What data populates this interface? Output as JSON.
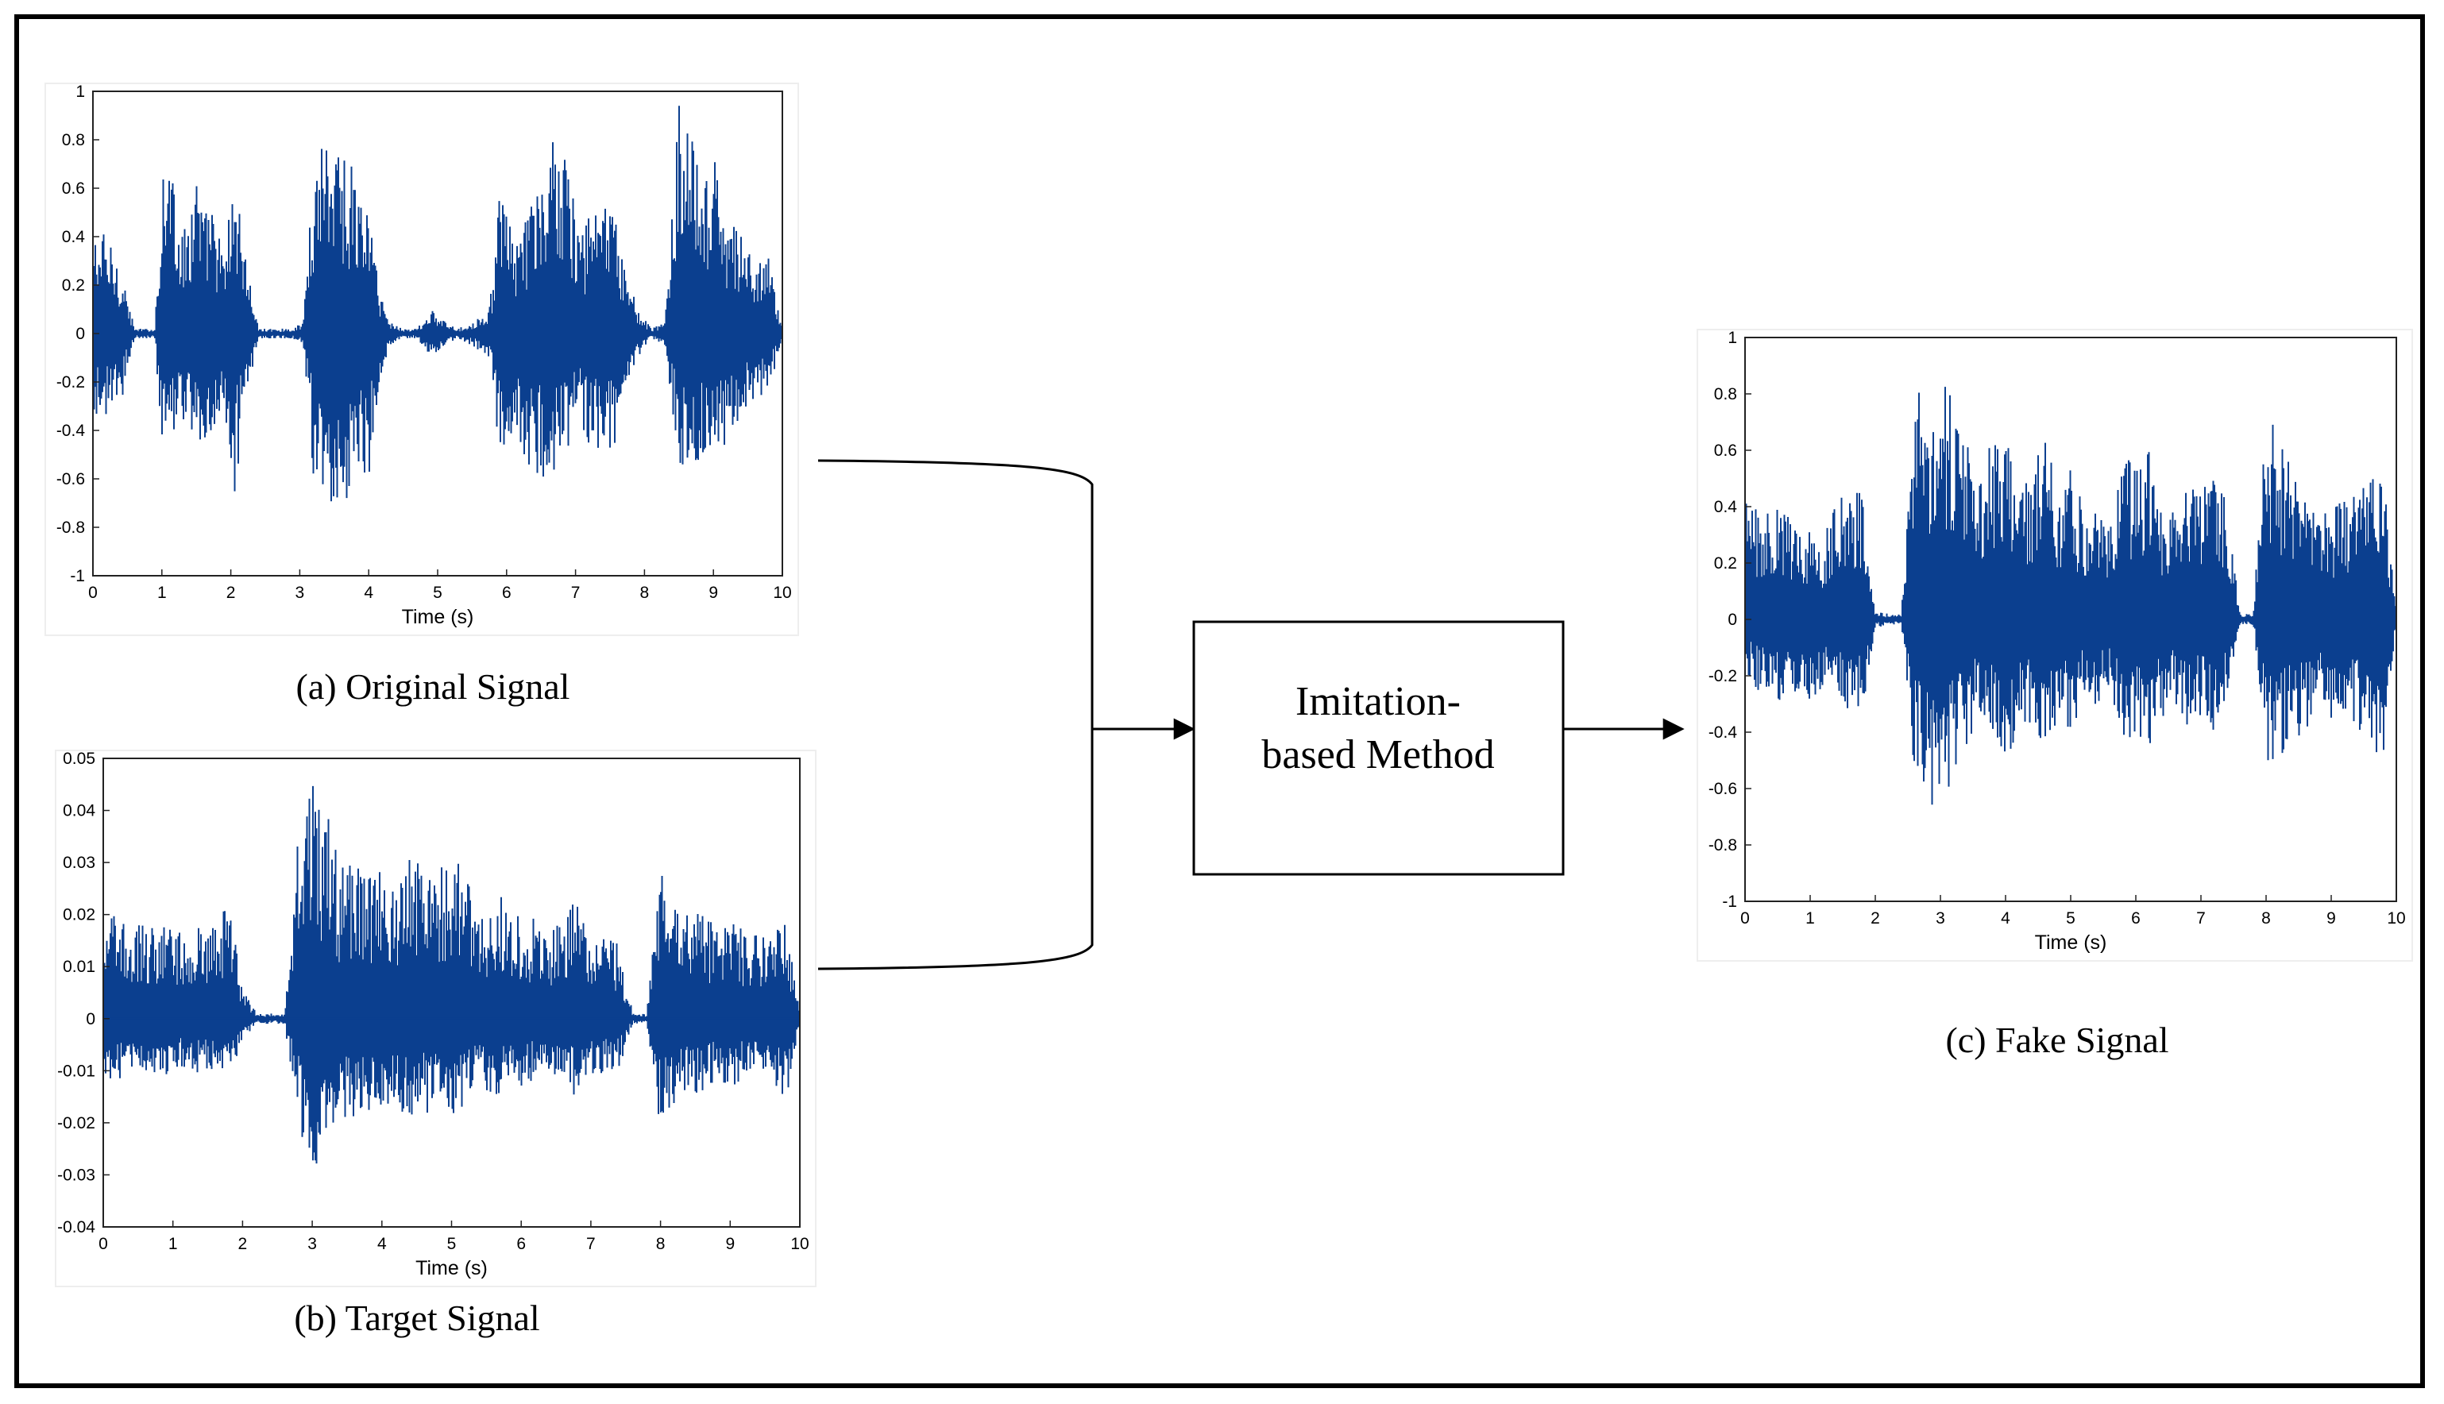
{
  "waveform_color": "#0b3f8f",
  "method_box": {
    "line1": "Imitation-",
    "line2": "based Method"
  },
  "chart_data": [
    {
      "type": "line",
      "caption": "(a) Original Signal",
      "xlabel": "Time (s)",
      "ylabel": "",
      "xlim": [
        0,
        10
      ],
      "ylim": [
        -1,
        1
      ],
      "xticks": [
        "0",
        "1",
        "2",
        "3",
        "4",
        "5",
        "6",
        "7",
        "8",
        "9",
        "10"
      ],
      "yticks": [
        "1",
        "0.8",
        "0.6",
        "0.4",
        "0.2",
        "0",
        "-0.2",
        "-0.4",
        "-0.6",
        "-0.8",
        "-1"
      ],
      "series": [
        {
          "x": [
            0.0,
            0.15,
            0.4,
            0.6,
            0.9,
            1.0,
            1.15,
            1.3,
            1.5,
            1.6,
            1.75,
            1.9,
            2.05,
            2.2,
            2.4,
            2.6,
            2.9,
            3.05,
            3.2,
            3.35,
            3.5,
            3.7,
            3.85,
            4.0,
            4.15,
            4.3,
            4.5,
            4.7,
            4.9,
            5.1,
            5.3,
            5.5,
            5.75,
            5.9,
            6.1,
            6.3,
            6.5,
            6.7,
            6.9,
            7.05,
            7.2,
            7.4,
            7.55,
            7.7,
            7.9,
            8.1,
            8.3,
            8.5,
            8.7,
            8.85,
            9.0,
            9.2,
            9.4,
            9.6,
            9.8,
            10.0
          ],
          "upper": [
            0.4,
            0.42,
            0.3,
            0.02,
            0.02,
            0.7,
            0.78,
            0.4,
            0.7,
            0.5,
            0.55,
            0.3,
            0.72,
            0.35,
            0.02,
            0.02,
            0.02,
            0.05,
            0.7,
            0.92,
            0.85,
            0.75,
            0.6,
            0.55,
            0.2,
            0.05,
            0.02,
            0.02,
            0.1,
            0.05,
            0.02,
            0.05,
            0.1,
            0.6,
            0.4,
            0.5,
            0.62,
            0.85,
            0.7,
            0.4,
            0.5,
            0.6,
            0.5,
            0.3,
            0.1,
            0.02,
            0.05,
            0.98,
            0.8,
            0.6,
            0.75,
            0.5,
            0.4,
            0.3,
            0.32,
            0.02
          ],
          "lower": [
            -0.4,
            -0.35,
            -0.3,
            -0.02,
            -0.02,
            -0.55,
            -0.45,
            -0.35,
            -0.5,
            -0.45,
            -0.4,
            -0.3,
            -0.7,
            -0.3,
            -0.02,
            -0.02,
            -0.02,
            -0.05,
            -0.6,
            -0.75,
            -0.7,
            -0.7,
            -0.55,
            -0.6,
            -0.2,
            -0.05,
            -0.02,
            -0.02,
            -0.1,
            -0.05,
            -0.02,
            -0.05,
            -0.1,
            -0.5,
            -0.4,
            -0.55,
            -0.6,
            -0.65,
            -0.5,
            -0.35,
            -0.5,
            -0.55,
            -0.5,
            -0.3,
            -0.1,
            -0.02,
            -0.05,
            -0.55,
            -0.55,
            -0.5,
            -0.5,
            -0.45,
            -0.35,
            -0.3,
            -0.25,
            -0.02
          ]
        }
      ]
    },
    {
      "type": "line",
      "caption": "(b) Target Signal",
      "xlabel": "Time (s)",
      "ylabel": "",
      "xlim": [
        0,
        10
      ],
      "ylim": [
        -0.04,
        0.05
      ],
      "xticks": [
        "0",
        "1",
        "2",
        "3",
        "4",
        "5",
        "6",
        "7",
        "8",
        "9",
        "10"
      ],
      "yticks": [
        "0.05",
        "0.04",
        "0.03",
        "0.02",
        "0.01",
        "0",
        "-0.01",
        "-0.02",
        "-0.03",
        "-0.04"
      ],
      "series": [
        {
          "x": [
            0.0,
            0.2,
            0.4,
            0.6,
            0.8,
            1.0,
            1.2,
            1.4,
            1.6,
            1.8,
            2.0,
            2.2,
            2.4,
            2.6,
            2.8,
            3.0,
            3.2,
            3.4,
            3.6,
            3.8,
            4.0,
            4.2,
            4.4,
            4.6,
            4.8,
            5.0,
            5.2,
            5.4,
            5.6,
            5.8,
            6.0,
            6.2,
            6.4,
            6.6,
            6.8,
            7.0,
            7.2,
            7.4,
            7.6,
            7.8,
            8.0,
            8.2,
            8.4,
            8.6,
            8.8,
            9.0,
            9.2,
            9.4,
            9.6,
            9.8,
            10.0
          ],
          "upper": [
            0.021,
            0.02,
            0.017,
            0.019,
            0.018,
            0.019,
            0.015,
            0.019,
            0.018,
            0.024,
            0.006,
            0.001,
            0.001,
            0.001,
            0.04,
            0.045,
            0.041,
            0.03,
            0.031,
            0.03,
            0.028,
            0.028,
            0.031,
            0.029,
            0.03,
            0.031,
            0.029,
            0.02,
            0.024,
            0.023,
            0.021,
            0.019,
            0.016,
            0.02,
            0.024,
            0.018,
            0.016,
            0.015,
            0.001,
            0.001,
            0.03,
            0.024,
            0.022,
            0.02,
            0.018,
            0.019,
            0.017,
            0.016,
            0.018,
            0.02,
            0.001
          ],
          "lower": [
            -0.011,
            -0.012,
            -0.01,
            -0.011,
            -0.01,
            -0.012,
            -0.009,
            -0.011,
            -0.01,
            -0.012,
            -0.004,
            -0.001,
            -0.001,
            -0.001,
            -0.02,
            -0.031,
            -0.024,
            -0.019,
            -0.019,
            -0.018,
            -0.017,
            -0.018,
            -0.019,
            -0.018,
            -0.019,
            -0.019,
            -0.018,
            -0.013,
            -0.015,
            -0.014,
            -0.013,
            -0.012,
            -0.01,
            -0.012,
            -0.017,
            -0.012,
            -0.011,
            -0.01,
            -0.001,
            -0.001,
            -0.022,
            -0.016,
            -0.015,
            -0.014,
            -0.012,
            -0.013,
            -0.012,
            -0.011,
            -0.012,
            -0.016,
            -0.001
          ]
        }
      ]
    },
    {
      "type": "line",
      "caption": "(c) Fake Signal",
      "xlabel": "Time (s)",
      "ylabel": "",
      "xlim": [
        0,
        10
      ],
      "ylim": [
        -1,
        1
      ],
      "xticks": [
        "0",
        "1",
        "2",
        "3",
        "4",
        "5",
        "6",
        "7",
        "8",
        "9",
        "10"
      ],
      "yticks": [
        "1",
        "0.8",
        "0.6",
        "0.4",
        "0.2",
        "0",
        "-0.2",
        "-0.4",
        "-0.6",
        "-0.8",
        "-1"
      ],
      "series": [
        {
          "x": [
            0.0,
            0.2,
            0.4,
            0.6,
            0.8,
            1.0,
            1.2,
            1.4,
            1.6,
            1.8,
            2.0,
            2.2,
            2.4,
            2.6,
            2.8,
            3.0,
            3.2,
            3.4,
            3.6,
            3.8,
            4.0,
            4.2,
            4.4,
            4.6,
            4.8,
            5.0,
            5.2,
            5.4,
            5.6,
            5.8,
            6.0,
            6.2,
            6.4,
            6.6,
            6.8,
            7.0,
            7.2,
            7.4,
            7.6,
            7.8,
            8.0,
            8.2,
            8.4,
            8.6,
            8.8,
            9.0,
            9.2,
            9.4,
            9.6,
            9.8,
            10.0
          ],
          "upper": [
            0.42,
            0.4,
            0.45,
            0.4,
            0.35,
            0.35,
            0.3,
            0.42,
            0.45,
            0.5,
            0.03,
            0.02,
            0.02,
            0.85,
            0.75,
            0.95,
            0.75,
            0.65,
            0.5,
            0.65,
            0.68,
            0.5,
            0.5,
            0.7,
            0.5,
            0.55,
            0.4,
            0.38,
            0.32,
            0.62,
            0.55,
            0.6,
            0.4,
            0.4,
            0.5,
            0.45,
            0.55,
            0.4,
            0.02,
            0.02,
            0.82,
            0.65,
            0.55,
            0.45,
            0.35,
            0.4,
            0.42,
            0.45,
            0.5,
            0.58,
            0.02
          ],
          "lower": [
            -0.2,
            -0.25,
            -0.3,
            -0.28,
            -0.3,
            -0.3,
            -0.25,
            -0.3,
            -0.32,
            -0.35,
            -0.03,
            -0.02,
            -0.02,
            -0.55,
            -0.65,
            -0.78,
            -0.55,
            -0.45,
            -0.35,
            -0.4,
            -0.5,
            -0.4,
            -0.4,
            -0.45,
            -0.4,
            -0.4,
            -0.3,
            -0.3,
            -0.25,
            -0.45,
            -0.4,
            -0.45,
            -0.35,
            -0.3,
            -0.4,
            -0.35,
            -0.4,
            -0.3,
            -0.02,
            -0.02,
            -0.5,
            -0.5,
            -0.45,
            -0.4,
            -0.3,
            -0.35,
            -0.4,
            -0.4,
            -0.45,
            -0.5,
            -0.02
          ]
        }
      ]
    }
  ]
}
